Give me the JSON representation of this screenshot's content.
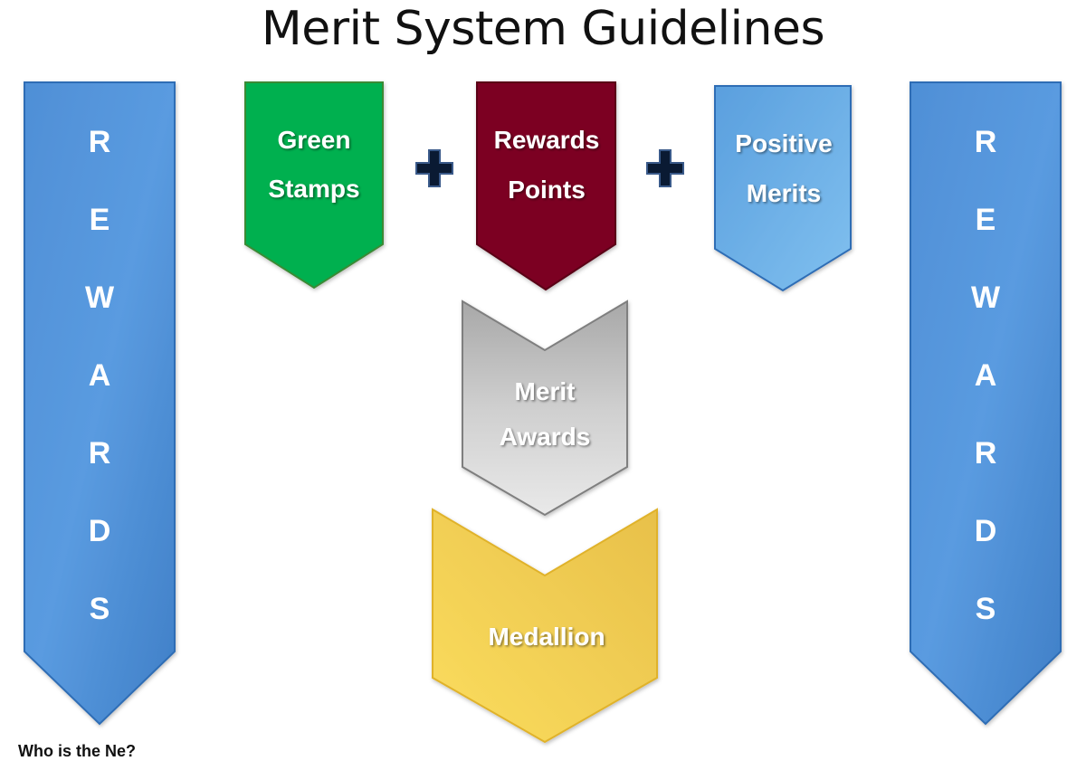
{
  "title": "Merit System Guidelines",
  "side_banner_left": {
    "letters": [
      "R",
      "E",
      "W",
      "A",
      "R",
      "D",
      "S"
    ]
  },
  "side_banner_right": {
    "letters": [
      "R",
      "E",
      "W",
      "A",
      "R",
      "D",
      "S"
    ]
  },
  "top_row": [
    {
      "line1": "Green",
      "line2": "Stamps",
      "color": "#00b050"
    },
    {
      "line1": "Rewards",
      "line2": "Points",
      "color": "#7b0021"
    },
    {
      "line1": "Positive",
      "line2": "Merits",
      "color": "#6aaee4"
    }
  ],
  "operators": [
    "+",
    "+"
  ],
  "merit_awards": {
    "line1": "Merit",
    "line2": "Awards",
    "color": "#c8c8c8"
  },
  "medallion": {
    "label": "Medallion",
    "color": "#f7d44c"
  },
  "footer": "Who is the Ne?"
}
